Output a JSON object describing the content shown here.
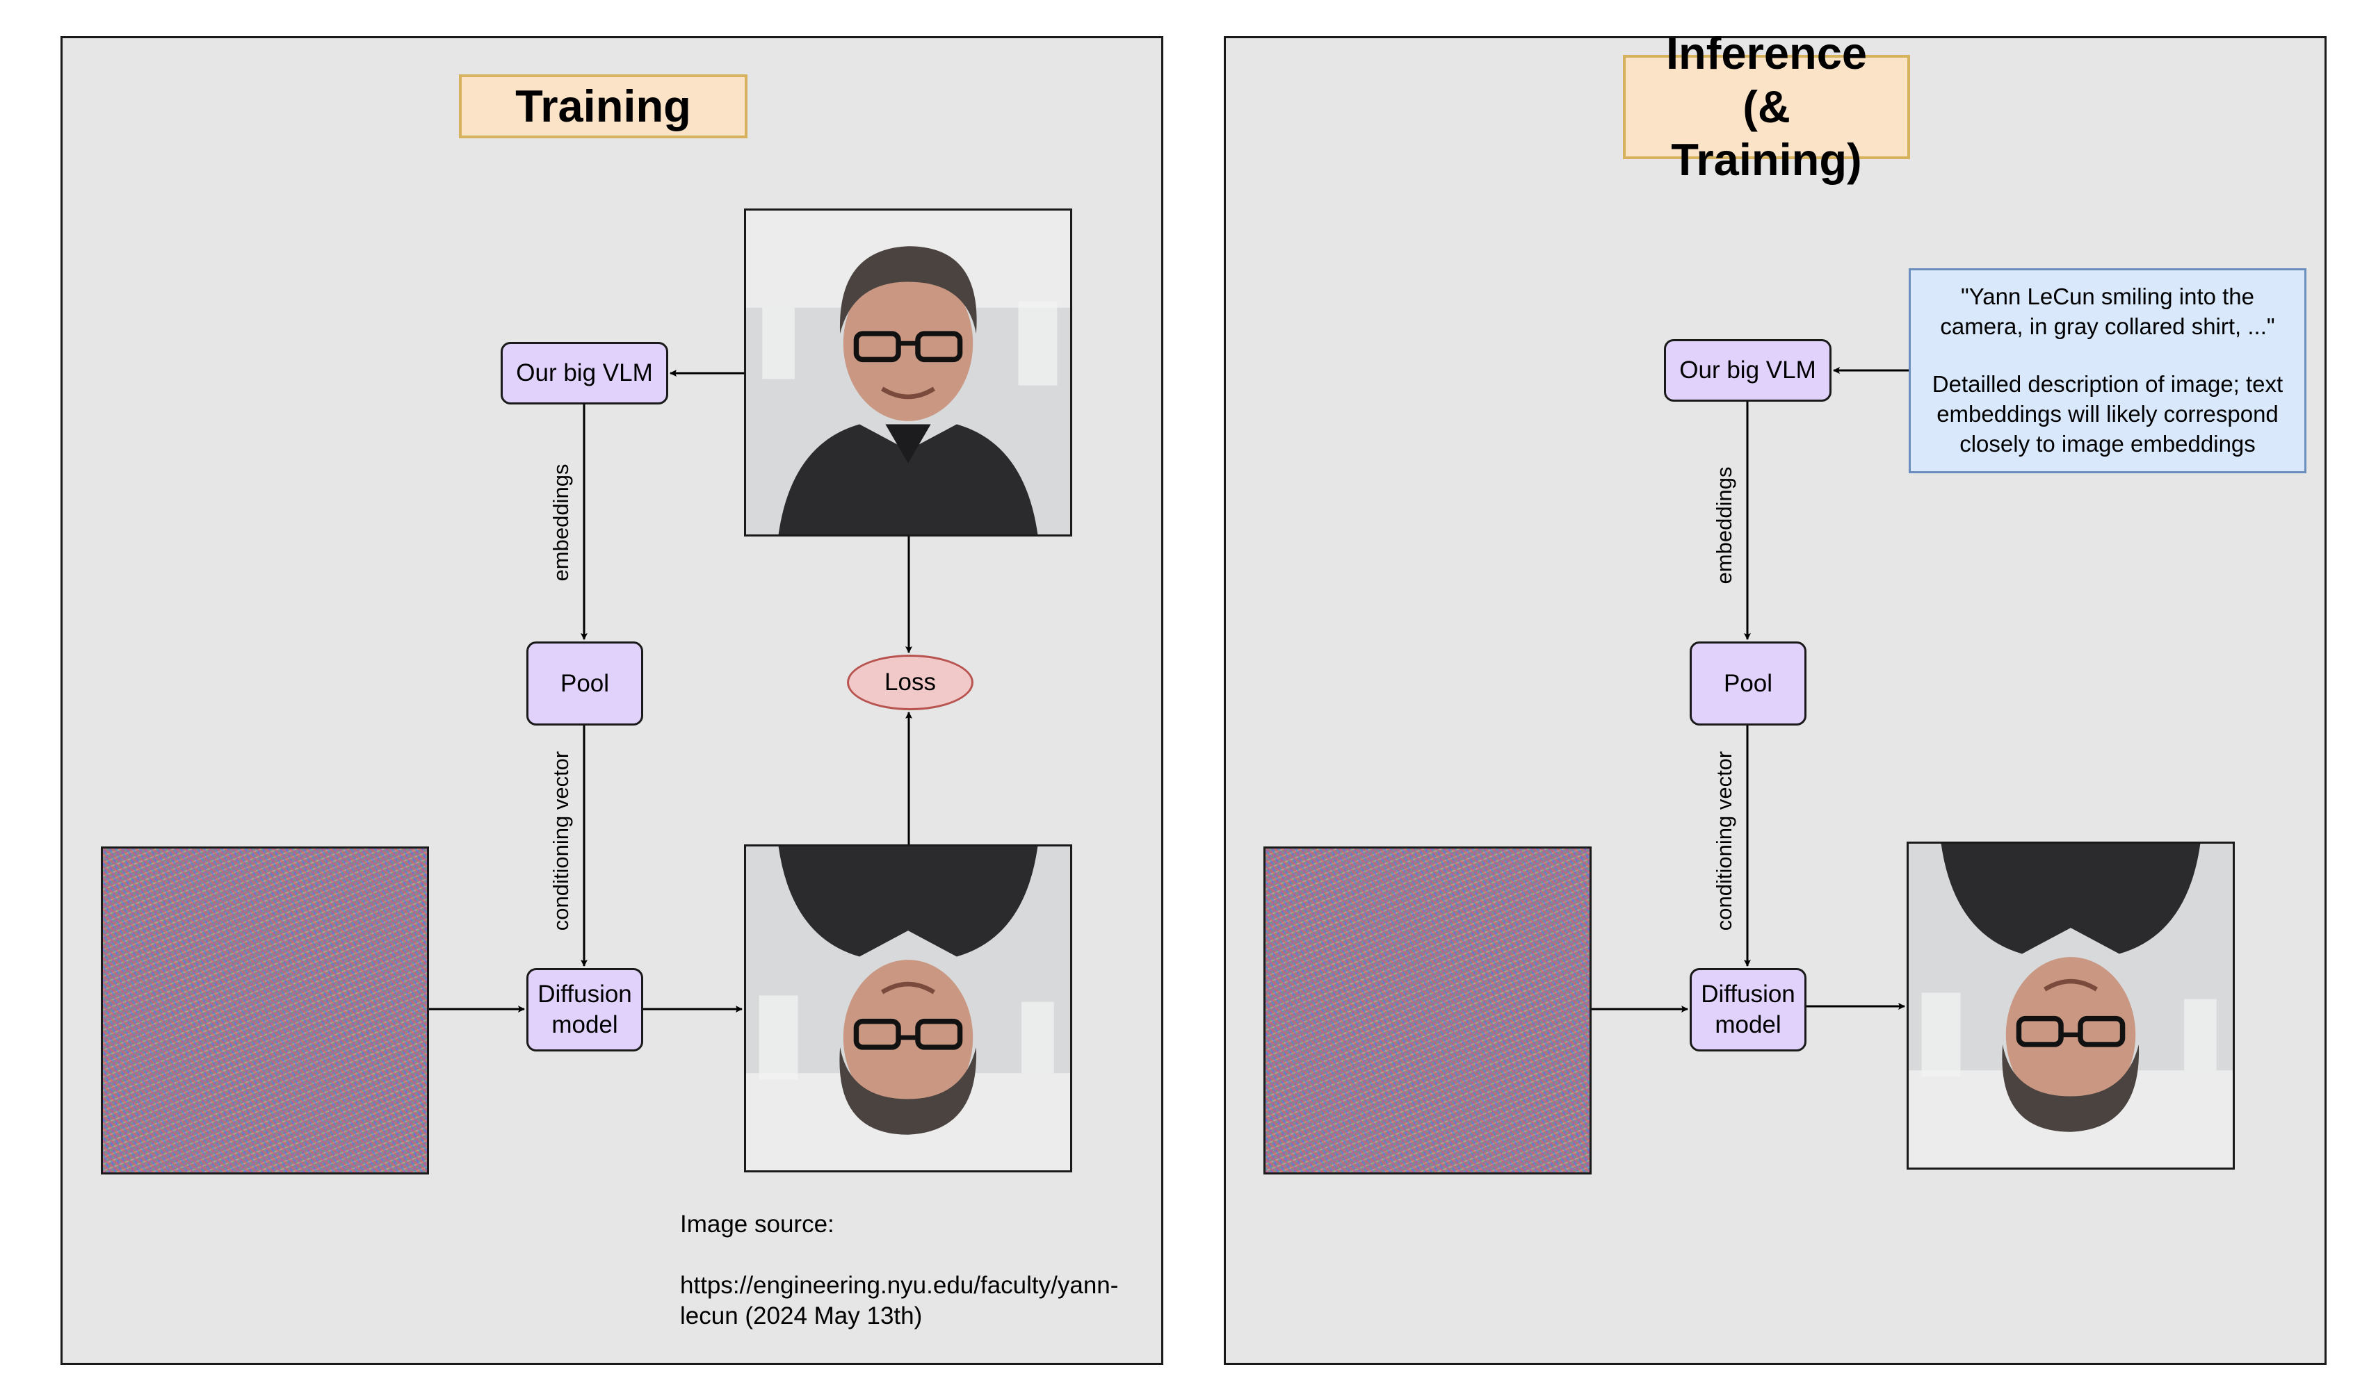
{
  "training": {
    "title": "Training",
    "vlm": "Our big VLM",
    "pool": "Pool",
    "diffusion": "Diffusion model",
    "loss": "Loss",
    "embeddings_label": "embeddings",
    "conditioning_label": "conditioning vector",
    "source_heading": "Image source:",
    "source_text": "https://engineering.nyu.edu/faculty/yann-lecun (2024 May 13th)"
  },
  "inference": {
    "title": "Inference (& Training)",
    "vlm": "Our big VLM",
    "pool": "Pool",
    "diffusion": "Diffusion model",
    "embeddings_label": "embeddings",
    "conditioning_label": "conditioning vector",
    "caption_quote": "\"Yann LeCun smiling into the camera, in gray collared shirt, ...\"",
    "caption_note": "Detailled description of image; text embeddings will likely correspond closely to image embeddings"
  },
  "colors": {
    "panel_bg": "#e6e6e6",
    "node_fill": "#e1d2fb",
    "title_fill": "#fbe3c8",
    "loss_fill": "#f2c9c9",
    "note_fill": "#dae8fc"
  }
}
